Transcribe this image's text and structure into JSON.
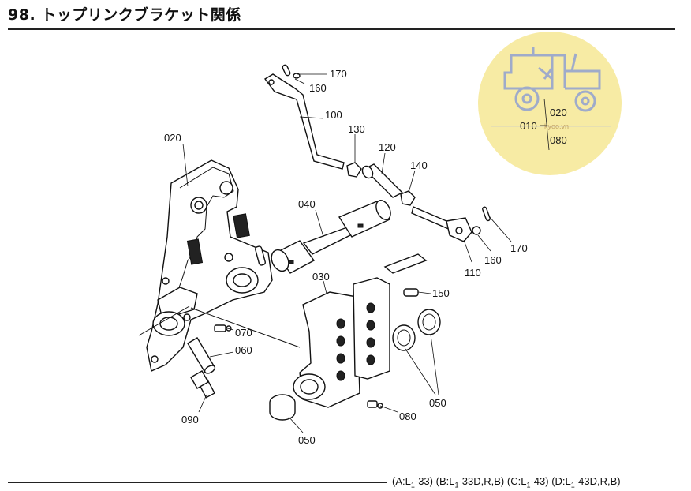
{
  "title": "98. トップリンクブラケット関係",
  "footer": {
    "a_pre": "(A:L",
    "a_sub": "1",
    "a_post": "-33)",
    "b_pre": "(B:L",
    "b_sub": "1",
    "b_post": "-33D,R,B)",
    "c_pre": "(C:L",
    "c_sub": "1",
    "c_post": "-43)",
    "d_pre": "(D:L",
    "d_sub": "1",
    "d_post": "-43D,R,B)"
  },
  "watermark": {
    "labels": [
      "020",
      "010",
      "080"
    ],
    "text": "kyoo.vn",
    "circle_color": "#f7eaa0",
    "icon": "tractor-icon"
  },
  "callouts": [
    "170",
    "160",
    "100",
    "130",
    "120",
    "140",
    "020",
    "040",
    "170",
    "160",
    "110",
    "030",
    "150",
    "070",
    "060",
    "050",
    "090",
    "080",
    "050"
  ]
}
